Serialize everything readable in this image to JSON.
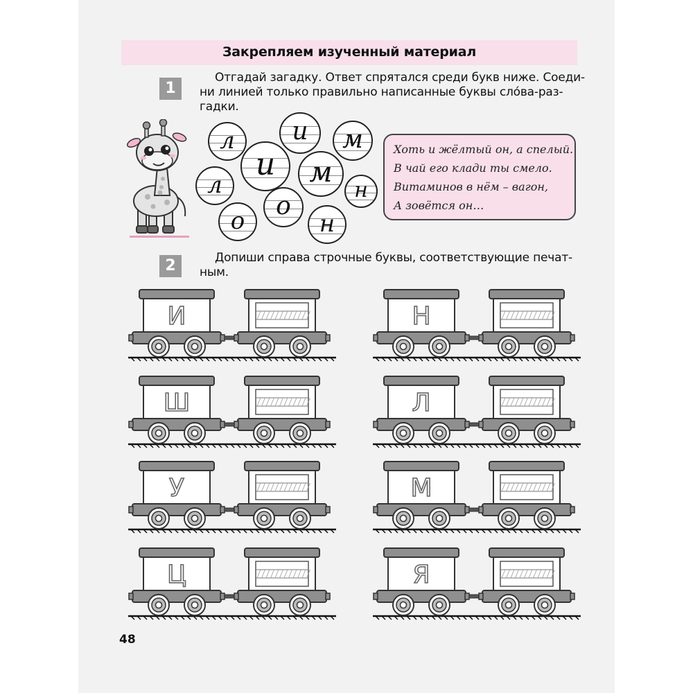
{
  "header": {
    "title": "Закрепляем изученный материал"
  },
  "task1": {
    "number": "1",
    "lines": [
      "Отгадай загадку. Ответ спрятался среди букв ниже. Соеди-",
      "ни линией только правильно написанные буквы сло́ва-раз-",
      "гадки."
    ],
    "letters": [
      "л",
      "и",
      "м",
      "и",
      "л",
      "м",
      "н",
      "о",
      "о",
      "н"
    ],
    "riddle": [
      "Хоть и жёлтый он, а спелый.",
      "В чай его клади ты смело.",
      "Витаминов в нём – вагон,",
      "А зовётся он…"
    ]
  },
  "task2": {
    "number": "2",
    "lines": [
      "Допиши справа строчные буквы, соответствующие печат-",
      "ным."
    ],
    "trains": [
      {
        "letter": "И"
      },
      {
        "letter": "Н"
      },
      {
        "letter": "Ш"
      },
      {
        "letter": "Л"
      },
      {
        "letter": "У"
      },
      {
        "letter": "М"
      },
      {
        "letter": "Ц"
      },
      {
        "letter": "Я"
      }
    ]
  },
  "page_number": "48",
  "colors": {
    "pink": "#f8dfe9",
    "badge": "#9a9a9a",
    "train": "#8f8f8f"
  }
}
